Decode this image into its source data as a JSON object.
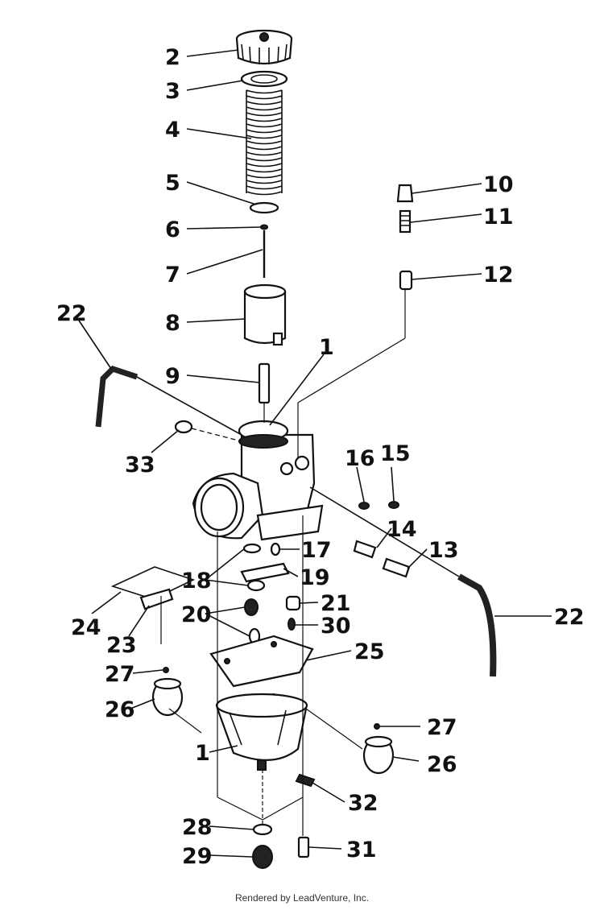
{
  "callouts": [
    {
      "id": "c1a",
      "text": "1"
    },
    {
      "id": "c1b",
      "text": "1"
    },
    {
      "id": "c2",
      "text": "2"
    },
    {
      "id": "c3",
      "text": "3"
    },
    {
      "id": "c4",
      "text": "4"
    },
    {
      "id": "c5",
      "text": "5"
    },
    {
      "id": "c6",
      "text": "6"
    },
    {
      "id": "c7",
      "text": "7"
    },
    {
      "id": "c8",
      "text": "8"
    },
    {
      "id": "c9",
      "text": "9"
    },
    {
      "id": "c10",
      "text": "10"
    },
    {
      "id": "c11",
      "text": "11"
    },
    {
      "id": "c12",
      "text": "12"
    },
    {
      "id": "c13",
      "text": "13"
    },
    {
      "id": "c14",
      "text": "14"
    },
    {
      "id": "c15",
      "text": "15"
    },
    {
      "id": "c16",
      "text": "16"
    },
    {
      "id": "c17",
      "text": "17"
    },
    {
      "id": "c18",
      "text": "18"
    },
    {
      "id": "c19",
      "text": "19"
    },
    {
      "id": "c20",
      "text": "20"
    },
    {
      "id": "c21",
      "text": "21"
    },
    {
      "id": "c22a",
      "text": "22"
    },
    {
      "id": "c22b",
      "text": "22"
    },
    {
      "id": "c23",
      "text": "23"
    },
    {
      "id": "c24",
      "text": "24"
    },
    {
      "id": "c25",
      "text": "25"
    },
    {
      "id": "c26a",
      "text": "26"
    },
    {
      "id": "c26b",
      "text": "26"
    },
    {
      "id": "c27a",
      "text": "27"
    },
    {
      "id": "c27b",
      "text": "27"
    },
    {
      "id": "c28",
      "text": "28"
    },
    {
      "id": "c29",
      "text": "29"
    },
    {
      "id": "c30",
      "text": "30"
    },
    {
      "id": "c31",
      "text": "31"
    },
    {
      "id": "c32",
      "text": "32"
    },
    {
      "id": "c33",
      "text": "33"
    }
  ],
  "footer": "Rendered by LeadVenture, Inc.",
  "colors": {
    "ink": "#111111",
    "background": "#ffffff"
  }
}
